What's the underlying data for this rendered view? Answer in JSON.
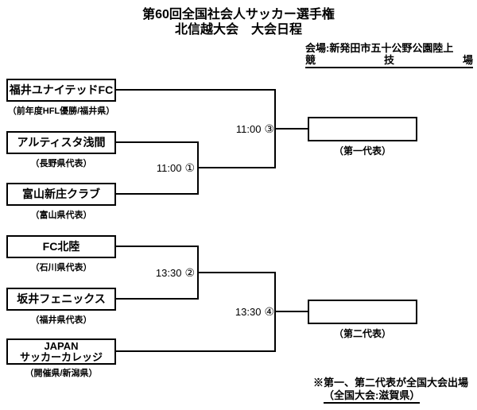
{
  "colors": {
    "text": "#000000",
    "line": "#000000",
    "background": "#ffffff"
  },
  "title": {
    "line1": "第60回全国社会人サッカー選手権",
    "line2": "北信越大会　大会日程"
  },
  "venue": {
    "line1": "会場:新発田市五十公野公園陸上",
    "line2": {
      "c1": "競",
      "c2": "技",
      "c3": "場"
    }
  },
  "bracket": {
    "teams": [
      {
        "name": "福井ユナイテッドFC",
        "note": "（前年度HFL優勝/福井県）"
      },
      {
        "name": "アルティスタ浅間",
        "note": "（長野県代表）"
      },
      {
        "name": "富山新庄クラブ",
        "note": "（富山県代表）"
      },
      {
        "name": "FC北陸",
        "note": "（石川県代表）"
      },
      {
        "name": "坂井フェニックス",
        "note": "（福井県代表）"
      },
      {
        "name": "JAPAN",
        "name2": "サッカーカレッジ",
        "note": "（開催県/新潟県）"
      }
    ],
    "matches": [
      {
        "time": "11:00",
        "num": "①"
      },
      {
        "time": "13:30",
        "num": "②"
      },
      {
        "time": "11:00",
        "num": "③"
      },
      {
        "time": "13:30",
        "num": "④"
      }
    ],
    "winners": [
      {
        "label": "（第一代表）"
      },
      {
        "label": "（第二代表）"
      }
    ]
  },
  "footnote": {
    "line1": "※第一、第二代表が全国大会出場",
    "line2": "（全国大会:滋賀県）"
  }
}
